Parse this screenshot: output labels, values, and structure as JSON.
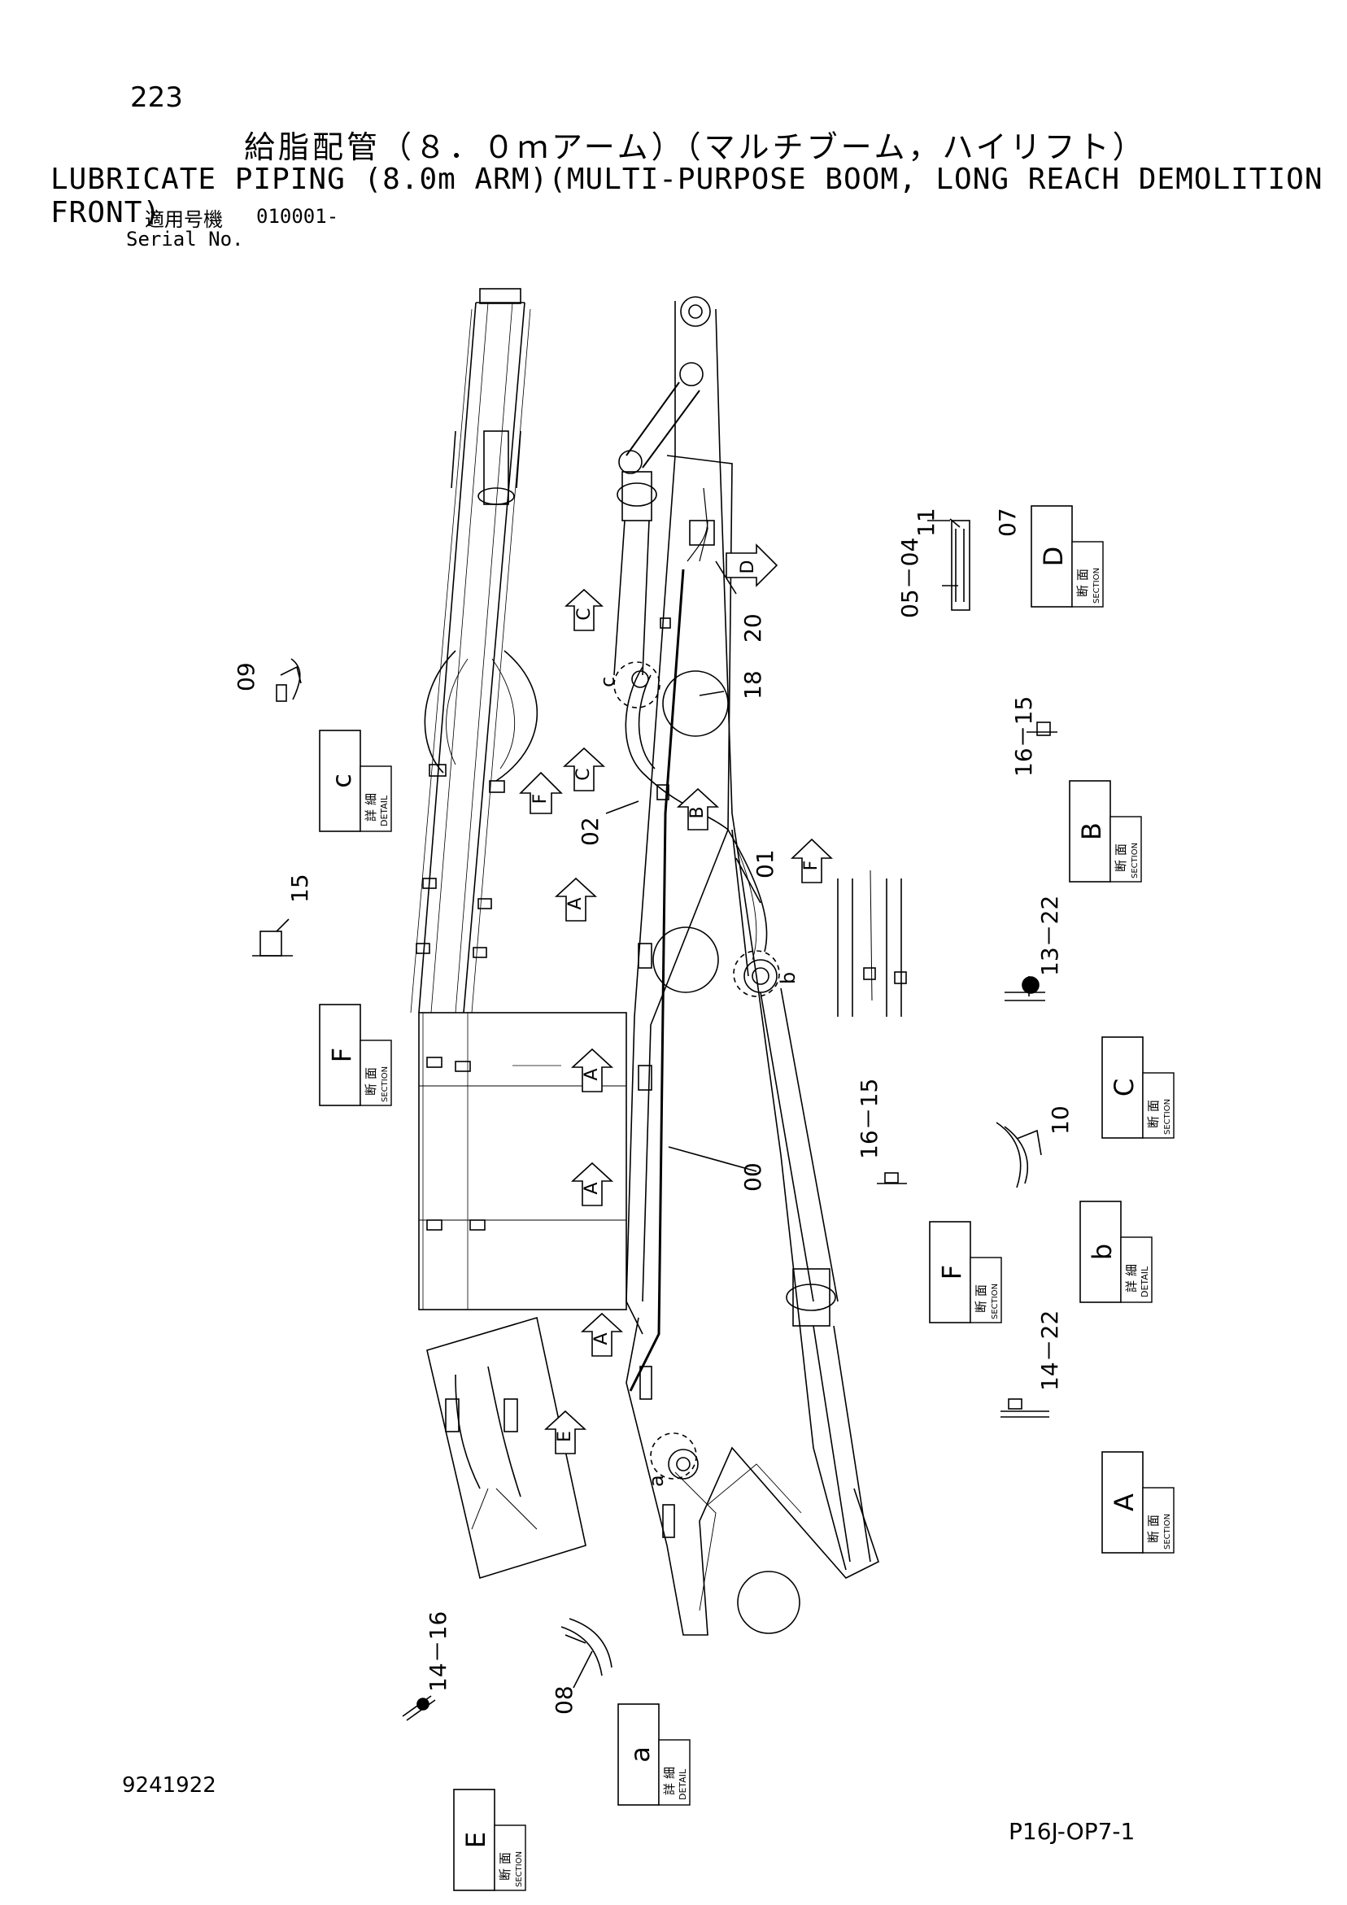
{
  "header": {
    "page_number": "223",
    "title_jp": "給脂配管（８．０ｍアーム）（マルチブーム，ハイリフト）",
    "title_en": "LUBRICATE PIPING (8.0m ARM)(MULTI-PURPOSE BOOM, LONG REACH DEMOLITION FRONT)",
    "serial_label_jp": "適用号機",
    "serial_value": "010001-",
    "serial_label_en": "Serial No."
  },
  "footer": {
    "document_number": "9241922",
    "reference_code": "P16J-OP7-1"
  },
  "label_words": {
    "section_jp_1": "断",
    "section_jp_2": "面",
    "section_en": "SECTION",
    "detail_jp_1": "詳",
    "detail_jp_2": "細",
    "detail_en": "DETAIL"
  },
  "boxes": {
    "section_d": "D",
    "section_b": "B",
    "section_f_left": "F",
    "section_c": "C",
    "section_f_mid": "F",
    "section_a": "A",
    "section_e": "E",
    "detail_c": "c",
    "detail_b": "b",
    "detail_a": "a"
  },
  "part_numbers": {
    "p11": "11",
    "p07": "07",
    "p05_04": "05－04",
    "p20": "20",
    "p18": "18",
    "p09": "09",
    "p02": "02",
    "p01": "01",
    "p16_15_b": "16－15",
    "p15_f": "15",
    "p13_22": "13－22",
    "p16_15_f": "16－15",
    "p10": "10",
    "p00": "00",
    "p14_22": "14－22",
    "p14_16": "14－16",
    "p08": "08"
  },
  "markers": {
    "circle_c": "c",
    "circle_b": "b",
    "circle_a": "a"
  },
  "view_arrows": {
    "arrow_c1": "C",
    "arrow_d": "D",
    "arrow_f1": "F",
    "arrow_c2": "C",
    "arrow_b": "B",
    "arrow_f2": "F",
    "arrow_a1": "A",
    "arrow_a2": "A",
    "arrow_a3": "A",
    "arrow_a4": "A",
    "arrow_e": "E"
  }
}
